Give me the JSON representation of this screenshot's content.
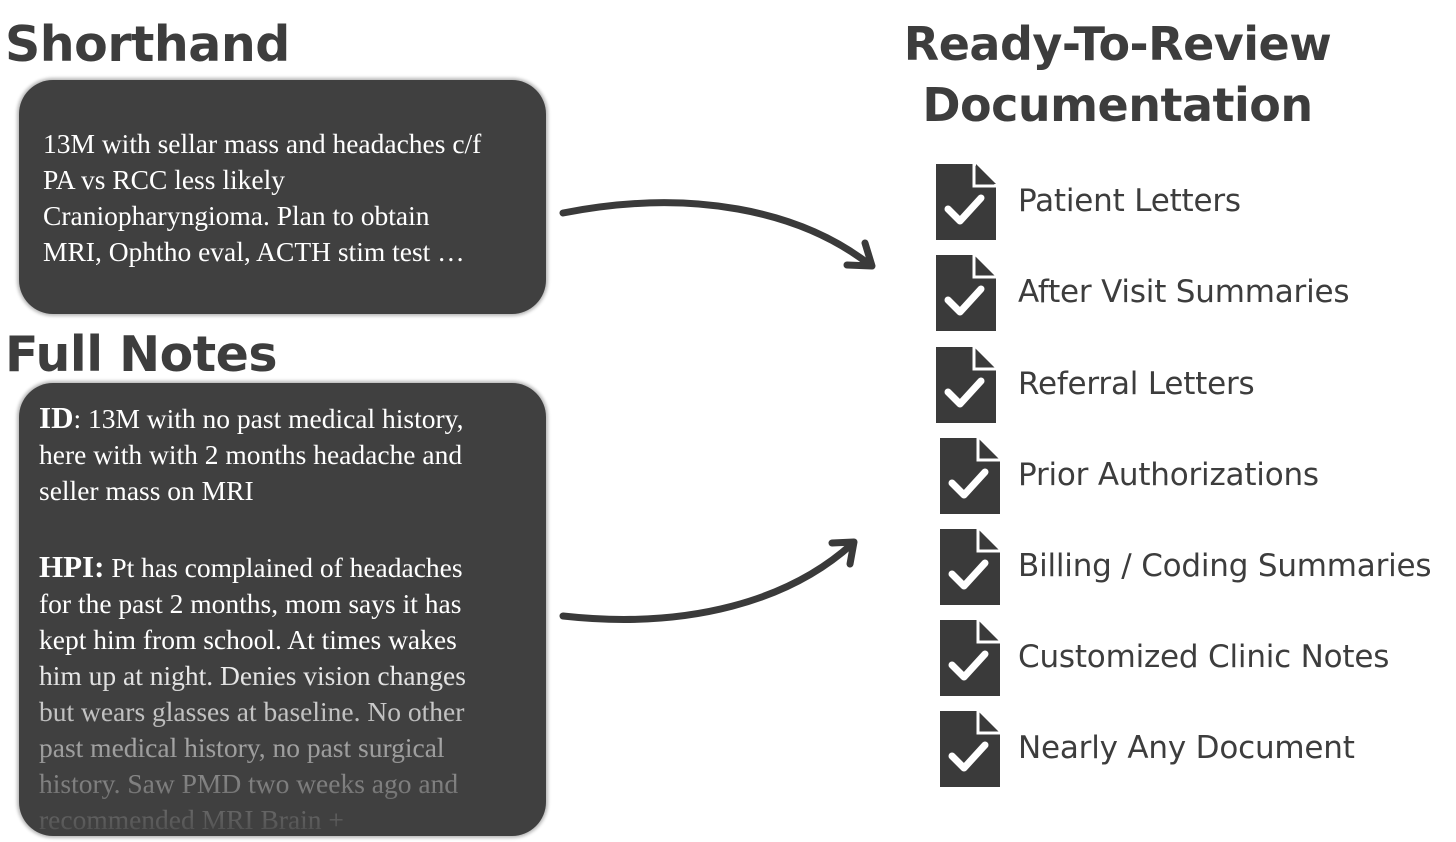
{
  "shorthand": {
    "title": "Shorthand",
    "lines": [
      "13M with sellar mass and headaches c/f",
      "PA vs RCC less likely",
      "Craniopharyngioma. Plan to obtain",
      "MRI, Ophtho eval, ACTH stim test …"
    ]
  },
  "full_notes": {
    "title": "Full Notes",
    "id_label": "ID",
    "id_lines": [
      ": 13M with no past medical history,",
      "here with with 2 months headache and",
      "seller mass on MRI"
    ],
    "hpi_label": "HPI:",
    "hpi_lines": [
      " Pt has complained of headaches",
      "for the past 2 months, mom says it has",
      "kept him from school. At times wakes",
      "him up at night. Denies vision changes",
      "but wears glasses at baseline. No other",
      "past medical history, no past surgical",
      "history. Saw PMD two weeks ago and",
      "recommended MRI Brain +"
    ]
  },
  "review": {
    "title_line1": "Ready-To-Review",
    "title_line2": "Documentation",
    "items": [
      {
        "label": "Patient Letters",
        "icon": "document-check-icon"
      },
      {
        "label": "After Visit Summaries",
        "icon": "document-check-icon"
      },
      {
        "label": "Referral Letters",
        "icon": "document-check-icon"
      },
      {
        "label": "Prior Authorizations",
        "icon": "document-check-icon"
      },
      {
        "label": "Billing / Coding Summaries",
        "icon": "document-check-icon"
      },
      {
        "label": "Customized Clinic Notes",
        "icon": "document-check-icon"
      },
      {
        "label": "Nearly Any Document",
        "icon": "document-check-icon"
      }
    ]
  },
  "colors": {
    "box_fill": "#404040",
    "heading_text": "#3d3d3d",
    "arrow": "#3a3a3a",
    "icon_fill": "#3a3a3a"
  }
}
